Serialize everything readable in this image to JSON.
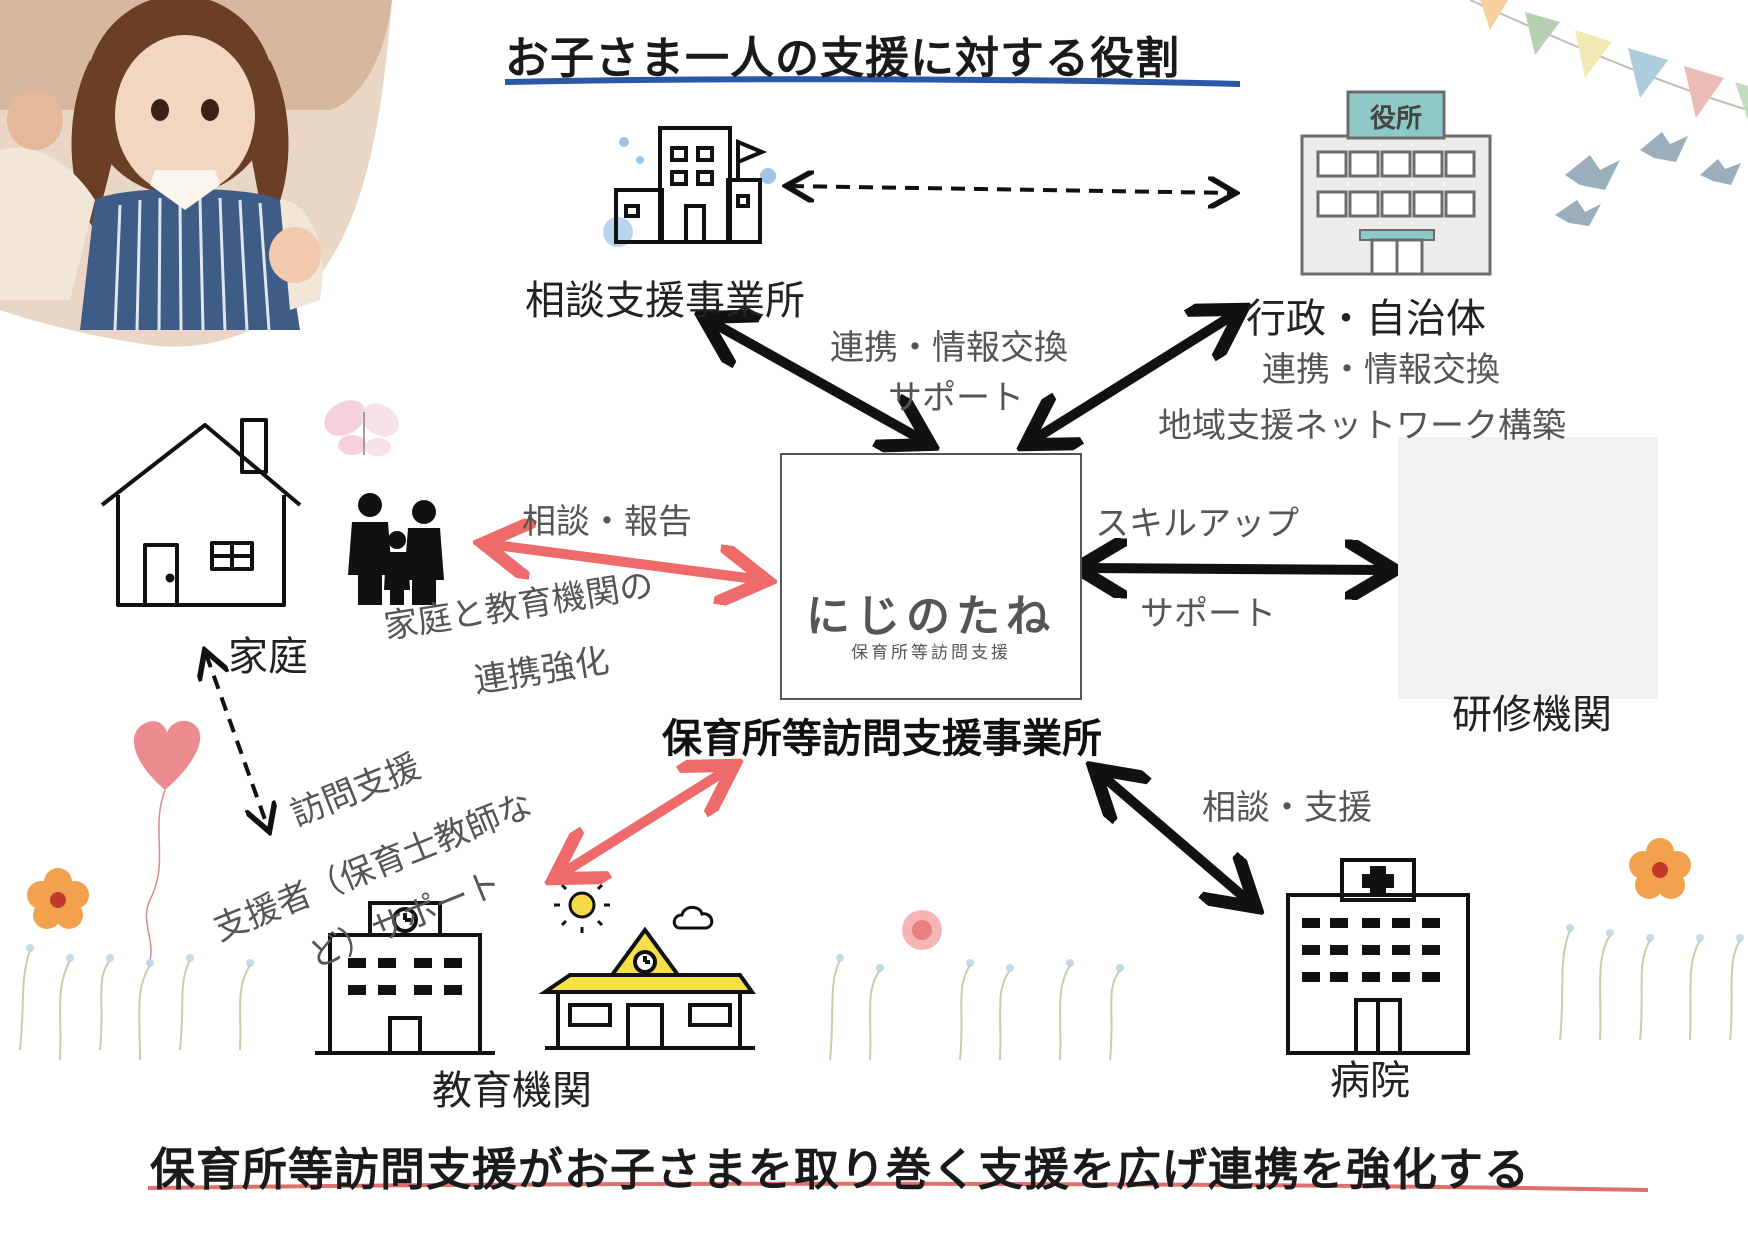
{
  "title_top": "お子さま一人の支援に対する役割",
  "title_bottom": "保育所等訪問支援がお子さまを取り巻く支援を広げ連携を強化する",
  "center": {
    "logo_text": "にじのたね",
    "logo_subtext": "保育所等訪問支援",
    "name": "保育所等訪問支援事業所"
  },
  "nodes": {
    "consultation_office": "相談支援事業所",
    "government": "行政・自治体",
    "home": "家庭",
    "training": "研修機関",
    "education": "教育機関",
    "hospital": "病院"
  },
  "edge_labels": {
    "consult_line1": "連携・情報交換",
    "consult_line2": "サポート",
    "gov_line1": "連携・情報交換",
    "gov_line2": "地域支援ネットワーク構築",
    "home_top": "相談・報告",
    "home_bottom_line1": "家庭と教育機関の",
    "home_bottom_line2": "連携強化",
    "training_top": "スキルアップ",
    "training_bottom": "サポート",
    "hospital": "相談・支援",
    "edu_line1": "訪問支援",
    "edu_line2": "支援者（保育士教師な",
    "edu_line3": "ど）サポート"
  },
  "gov_sign": "役所",
  "colors": {
    "arrow_dark": "#111111",
    "arrow_red": "#ef6b6b",
    "title_underline_top": "#2a57a8",
    "title_underline_bottom": "#e07070"
  }
}
